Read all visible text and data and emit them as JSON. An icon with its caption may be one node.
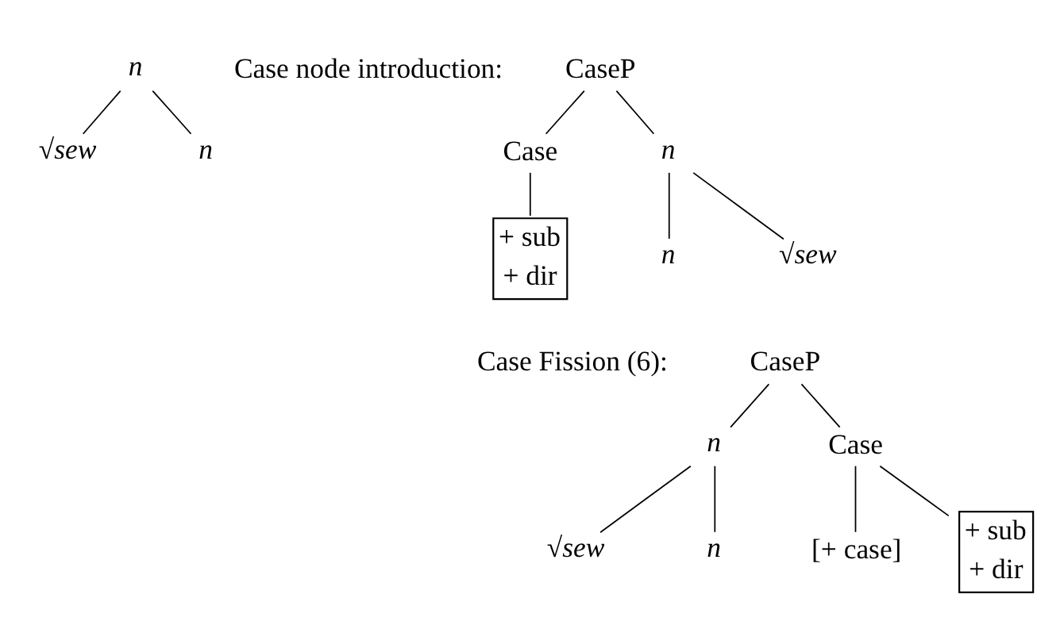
{
  "diagram": {
    "nodes": [
      {
        "text": [
          "n"
        ]
      },
      {
        "text": [
          "√sew"
        ]
      },
      {
        "text": [
          "n"
        ]
      },
      {
        "text": [
          "CaseP"
        ]
      },
      {
        "text": [
          "n"
        ]
      },
      {
        "text": [
          "Case"
        ]
      },
      {
        "text": [
          "√sew"
        ]
      },
      {
        "text": [
          "n"
        ]
      },
      {
        "text": [
          "+ sub",
          "+ dir"
        ]
      },
      {
        "text": [
          "CaseP"
        ]
      },
      {
        "text": [
          "n"
        ]
      },
      {
        "text": [
          "Case"
        ]
      },
      {
        "text": [
          "√sew"
        ]
      },
      {
        "text": [
          "n"
        ]
      },
      {
        "text": [
          "[+ case]"
        ]
      },
      {
        "text": [
          "+ sub",
          "+ dir"
        ]
      }
    ],
    "edges": [
      {
        "from": 0,
        "to": 1,
        "arrow": "none"
      },
      {
        "from": 0,
        "to": 2,
        "arrow": "none"
      },
      {
        "from": 3,
        "to": 4,
        "arrow": "none"
      },
      {
        "from": 3,
        "to": 5,
        "arrow": "none"
      },
      {
        "from": 4,
        "to": 6,
        "arrow": "none"
      },
      {
        "from": 4,
        "to": 7,
        "arrow": "none"
      },
      {
        "from": 5,
        "to": 8,
        "arrow": "none"
      },
      {
        "from": 9,
        "to": 10,
        "arrow": "none"
      },
      {
        "from": 9,
        "to": 11,
        "arrow": "none"
      },
      {
        "from": 10,
        "to": 12,
        "arrow": "none"
      },
      {
        "from": 10,
        "to": 13,
        "arrow": "none"
      },
      {
        "from": 11,
        "to": 14,
        "arrow": "none"
      },
      {
        "from": 11,
        "to": 15,
        "arrow": "none"
      }
    ],
    "labels": [
      "Case node introduction:",
      "Case Fission (6):"
    ]
  }
}
